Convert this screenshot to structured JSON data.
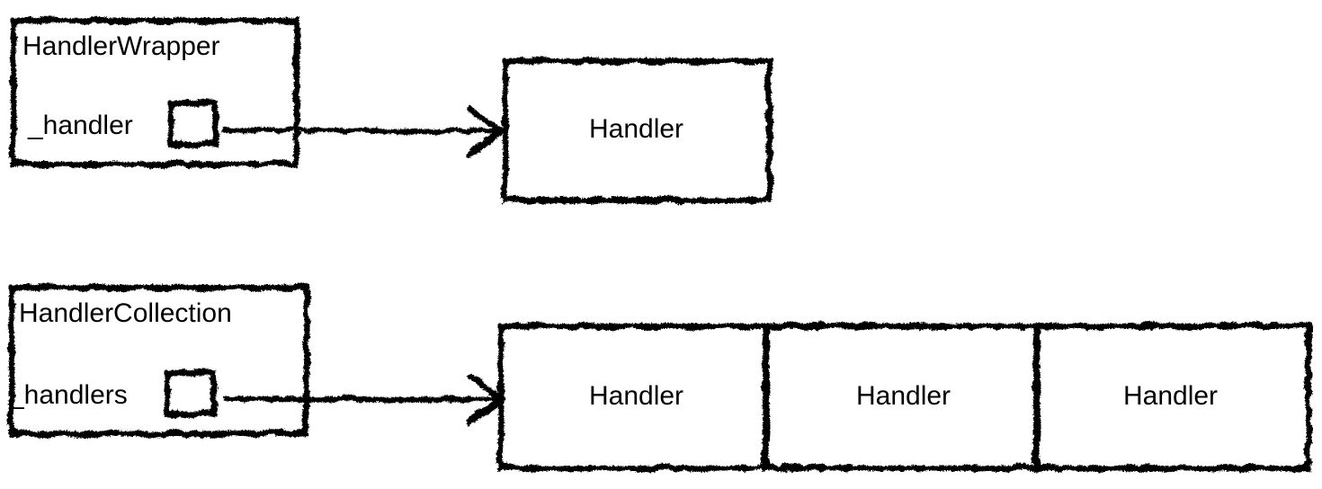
{
  "colors": {
    "background": "#ffffff",
    "stroke": "#000000",
    "text": "#000000"
  },
  "wrapper_diagram": {
    "class_box": {
      "title": "HandlerWrapper",
      "field_label": "_handler"
    },
    "target_box": {
      "label": "Handler"
    }
  },
  "collection_diagram": {
    "class_box": {
      "title": "HandlerCollection",
      "field_label": "_handlers"
    },
    "target_boxes": [
      {
        "label": "Handler"
      },
      {
        "label": "Handler"
      },
      {
        "label": "Handler"
      }
    ]
  }
}
